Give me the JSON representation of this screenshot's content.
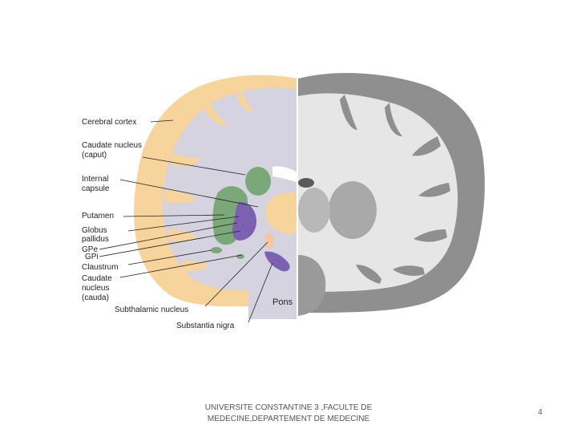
{
  "labels": {
    "cerebral_cortex": "Cerebral cortex",
    "caudate_nucleus_caput_line1": "Caudate nucleus",
    "caudate_nucleus_caput_line2": "(caput)",
    "internal_capsule_line1": "Internal",
    "internal_capsule_line2": "capsule",
    "putamen": "Putamen",
    "globus_pallidus_line1": "Globus",
    "globus_pallidus_line2": "pallidus",
    "gpe": "GPe",
    "gpi": "GPi",
    "claustrum": "Claustrum",
    "caudate_nucleus_cauda_line1": "Caudate",
    "caudate_nucleus_cauda_line2": "nucleus",
    "caudate_nucleus_cauda_line3": "(cauda)",
    "subthalamic_nucleus": "Subthalamic nucleus",
    "substantia_nigra": "Substantia nigra",
    "pons": "Pons"
  },
  "footer": {
    "institution_line1": "UNIVERSITE CONSTANTINE 3 ,FACULTE DE",
    "institution_line2": "MEDECINE,DEPARTEMENT DE MEDECINE",
    "page_number": "4"
  },
  "colors": {
    "cortex": "#f7d49c",
    "white_matter": "#d4d3df",
    "putamen": "#7ba878",
    "globus_pallidus": "#7b61b0",
    "subthalamic": "#f3c7a8",
    "photo_background": "#9a9a9a"
  }
}
